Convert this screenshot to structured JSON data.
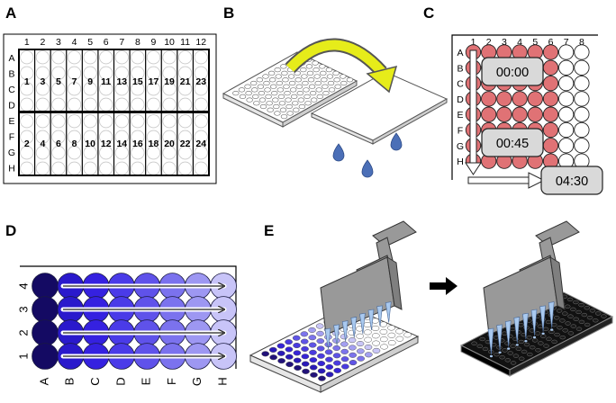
{
  "panels": {
    "a": {
      "letter": "A",
      "columns": [
        "1",
        "2",
        "3",
        "4",
        "5",
        "6",
        "7",
        "8",
        "9",
        "10",
        "11",
        "12"
      ],
      "rows": [
        "A",
        "B",
        "C",
        "D",
        "E",
        "F",
        "G",
        "H"
      ],
      "groups_top": [
        "1",
        "3",
        "5",
        "7",
        "9",
        "11",
        "13",
        "15",
        "17",
        "19",
        "21",
        "23"
      ],
      "groups_bottom": [
        "2",
        "4",
        "6",
        "8",
        "10",
        "12",
        "14",
        "16",
        "18",
        "20",
        "22",
        "24"
      ]
    },
    "b": {
      "letter": "B",
      "colors": {
        "arrow": "#e6ec1a",
        "drop": "#4b6fb7",
        "plate": "#ffffff"
      }
    },
    "c": {
      "letter": "C",
      "columns": [
        "1",
        "2",
        "3",
        "4",
        "5",
        "6",
        "7",
        "8"
      ],
      "rows": [
        "A",
        "B",
        "C",
        "D",
        "E",
        "F",
        "G",
        "H"
      ],
      "times": [
        "00:00",
        "00:45",
        "04:30"
      ],
      "colors": {
        "filled_well": "#e07275",
        "time_box": "#d9d9d9"
      }
    },
    "d": {
      "letter": "D",
      "columns": [
        "A",
        "B",
        "C",
        "D",
        "E",
        "F",
        "G",
        "H"
      ],
      "rows": [
        "1",
        "2",
        "3",
        "4"
      ],
      "colors": [
        "#140a63",
        "#2a19cc",
        "#3521e0",
        "#4a3be8",
        "#5f52ea",
        "#7b72ee",
        "#9d97f2",
        "#c8c4f8"
      ]
    },
    "e": {
      "letter": "E",
      "colors": {
        "pipette": "#999999",
        "tip": "#a9c9ef",
        "black_plate": "#111111"
      }
    }
  }
}
